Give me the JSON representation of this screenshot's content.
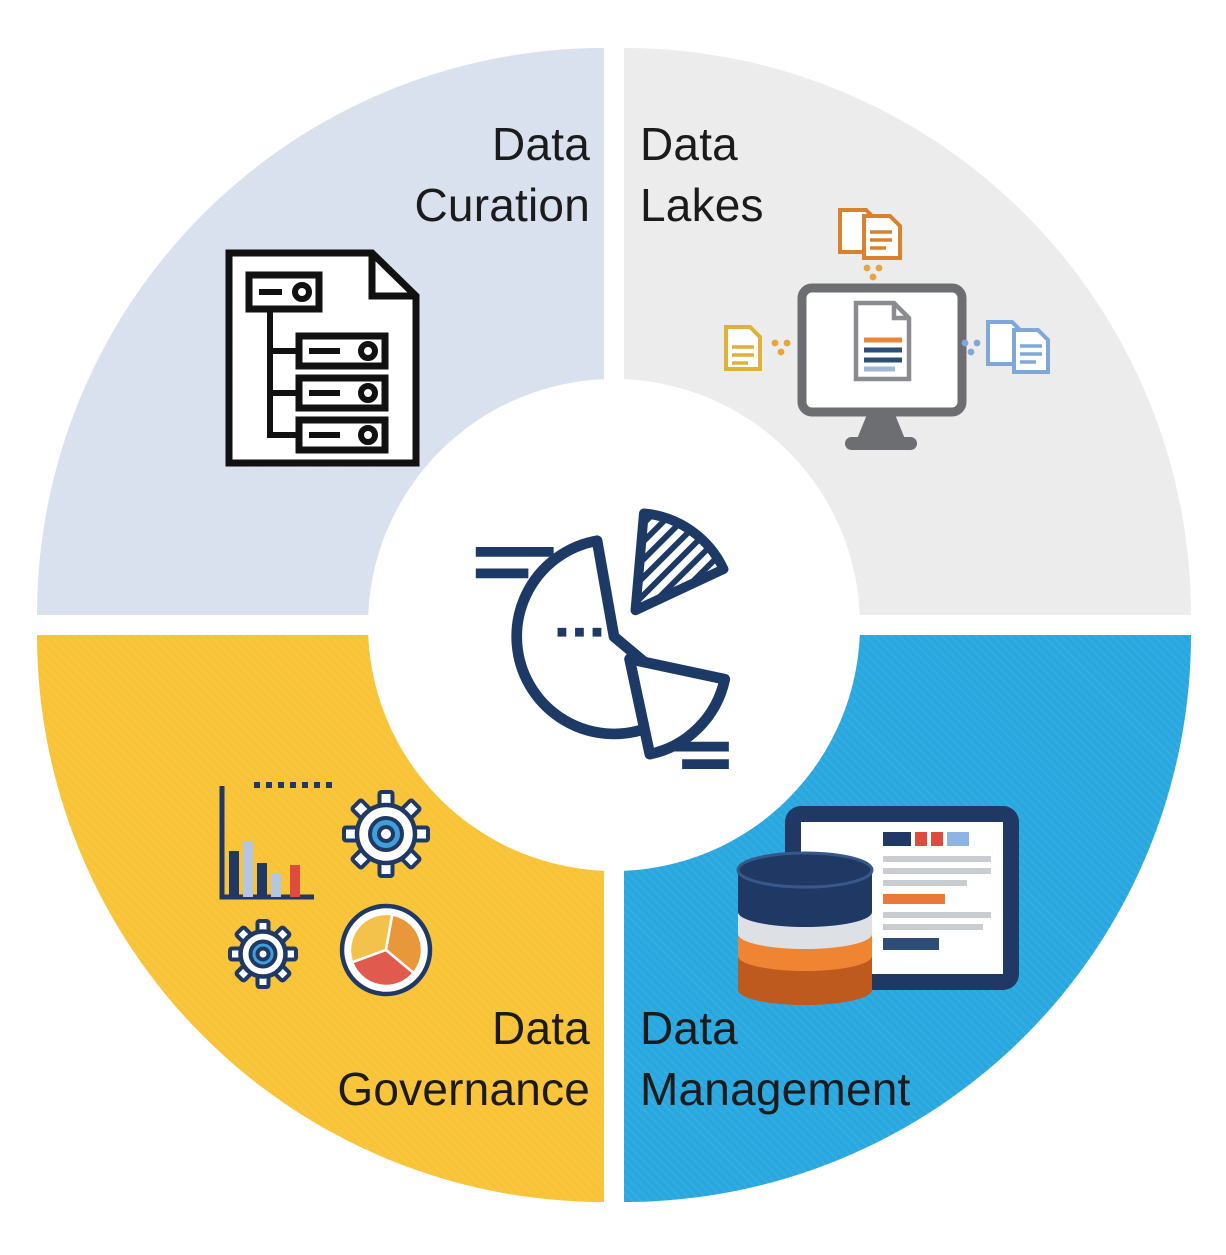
{
  "diagram": {
    "type": "quadrant-cycle",
    "center": {
      "icon": "pie-chart-icon"
    },
    "quadrants": {
      "curation": {
        "line1": "Data",
        "line2": "Curation",
        "bg": "#d9e0ee",
        "icon": "server-document-icon"
      },
      "lakes": {
        "line1": "Data",
        "line2": "Lakes",
        "bg": "#ececec",
        "icon": "monitor-documents-sync-icon"
      },
      "governance": {
        "line1": "Data",
        "line2": "Governance",
        "bg": "#f9c337",
        "icon": "bar-chart-gears-pie-icon"
      },
      "management": {
        "line1": "Data",
        "line2": "Management",
        "bg": "#29a8e0",
        "icon": "database-tablet-icon"
      }
    },
    "colors": {
      "center_icon": "#1d3a66",
      "label_text": "#1b1b1b",
      "page_background": "#ffffff"
    }
  }
}
